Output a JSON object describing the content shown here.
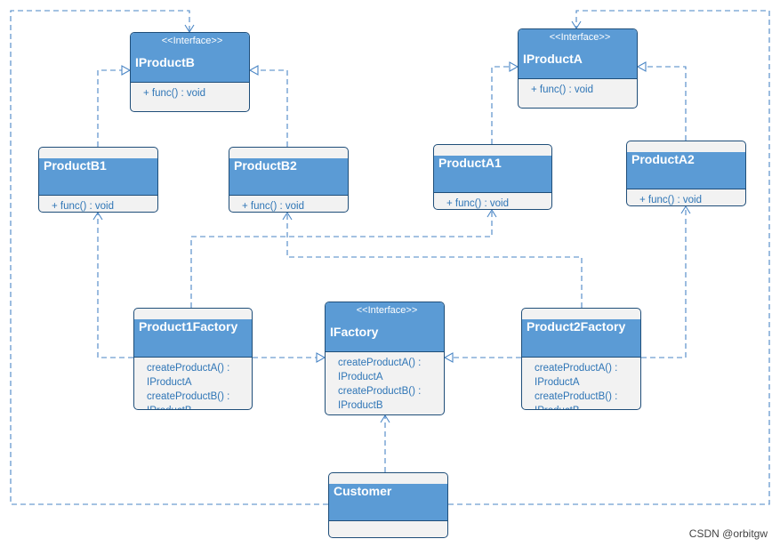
{
  "classes": {
    "iproductb": {
      "stereotype": "<<Interface>>",
      "name": "IProductB",
      "ops": [
        "+ func() : void"
      ]
    },
    "iproducta": {
      "stereotype": "<<Interface>>",
      "name": "IProductA",
      "ops": [
        "+ func() : void"
      ]
    },
    "productb1": {
      "name": "ProductB1",
      "ops": [
        "+ func() : void"
      ]
    },
    "productb2": {
      "name": "ProductB2",
      "ops": [
        "+ func() : void"
      ]
    },
    "producta1": {
      "name": "ProductA1",
      "ops": [
        "+ func() : void"
      ]
    },
    "producta2": {
      "name": "ProductA2",
      "ops": [
        "+ func() : void"
      ]
    },
    "product1factory": {
      "name": "Product1Factory",
      "ops": [
        "createProductA() :",
        "IProductA",
        "createProductB() :",
        "IProductB"
      ]
    },
    "ifactory": {
      "stereotype": "<<Interface>>",
      "name": "IFactory",
      "ops": [
        "createProductA() :",
        "IProductA",
        "createProductB() :",
        "IProductB"
      ]
    },
    "product2factory": {
      "name": "Product2Factory",
      "ops": [
        "createProductA() :",
        "IProductA",
        "createProductB() :",
        "IProductB"
      ]
    },
    "customer": {
      "name": "Customer",
      "ops": []
    }
  },
  "relations": [
    {
      "from": "productb1",
      "to": "iproductb",
      "kind": "realization"
    },
    {
      "from": "productb2",
      "to": "iproductb",
      "kind": "realization"
    },
    {
      "from": "producta1",
      "to": "iproducta",
      "kind": "realization"
    },
    {
      "from": "producta2",
      "to": "iproducta",
      "kind": "realization"
    },
    {
      "from": "product1factory",
      "to": "ifactory",
      "kind": "realization"
    },
    {
      "from": "product2factory",
      "to": "ifactory",
      "kind": "realization"
    },
    {
      "from": "product1factory",
      "to": "productb1",
      "kind": "dependency"
    },
    {
      "from": "product1factory",
      "to": "producta1",
      "kind": "dependency"
    },
    {
      "from": "product2factory",
      "to": "productb2",
      "kind": "dependency"
    },
    {
      "from": "product2factory",
      "to": "producta2",
      "kind": "dependency"
    },
    {
      "from": "customer",
      "to": "ifactory",
      "kind": "dependency"
    },
    {
      "from": "customer",
      "to": "iproductb",
      "kind": "dependency"
    },
    {
      "from": "customer",
      "to": "iproducta",
      "kind": "dependency"
    }
  ],
  "colors": {
    "header": "#5b9bd5",
    "border": "#1f4e79",
    "body": "#f2f2f2",
    "op_text": "#2e75b6",
    "edge": "#4a86c5"
  },
  "watermark": "CSDN @orbitgw"
}
